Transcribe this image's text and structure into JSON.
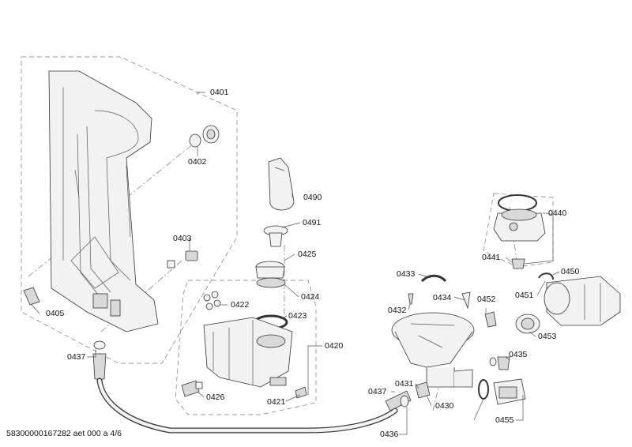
{
  "footer": "58300000167282 aet 000 a 4/6",
  "labels": {
    "l0401": "0401",
    "l0402": "0402",
    "l0403": "0403",
    "l0405": "0405",
    "l0490": "0490",
    "l0491": "0491",
    "l0425": "0425",
    "l0424": "0424",
    "l0422": "0422",
    "l0423": "0423",
    "l0420": "0420",
    "l0426": "0426",
    "l0421": "0421",
    "l0437a": "0437",
    "l0437b": "0437",
    "l0436": "0436",
    "l0433": "0433",
    "l0434": "0434",
    "l0432": "0432",
    "l0431": "0431",
    "l0430": "0430",
    "l0452": "0452",
    "l0440": "0440",
    "l0441": "0441",
    "l0450": "0450",
    "l0451": "0451",
    "l0453": "0453",
    "l0435": "0435",
    "l0455": "0455"
  }
}
